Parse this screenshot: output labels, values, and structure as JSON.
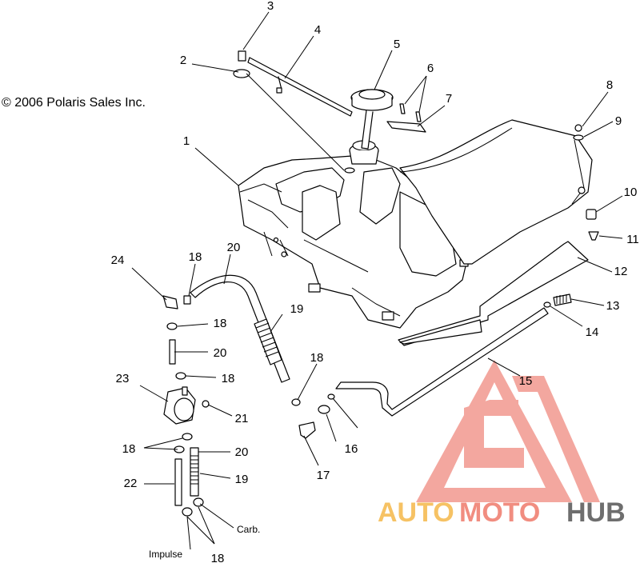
{
  "copyright": "© 2006 Polaris Sales Inc.",
  "callouts": [
    "1",
    "2",
    "3",
    "4",
    "5",
    "6",
    "7",
    "8",
    "9",
    "10",
    "11",
    "12",
    "13",
    "14",
    "15",
    "16",
    "17",
    "18",
    "19",
    "20",
    "21",
    "22",
    "23",
    "24"
  ],
  "notes": {
    "carb": "Carb.",
    "impulse": "Impulse"
  },
  "watermark": {
    "part1": "AUTO",
    "part2": "MOTO",
    "part3": "HUB",
    "color_auto": "#f5b84a",
    "color_moto": "#ef7a6b",
    "color_hub": "#555555",
    "triangle_color": "#f08a80"
  }
}
